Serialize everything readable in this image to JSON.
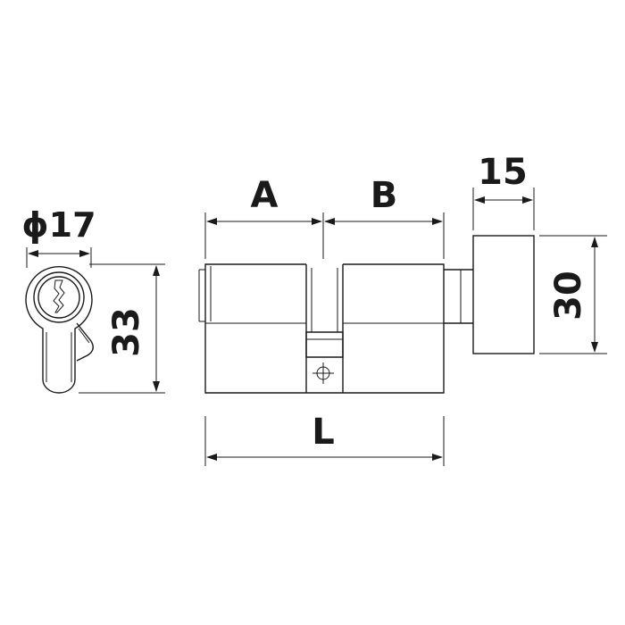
{
  "dimensions": {
    "diameter_label": "ϕ17",
    "height_label": "33",
    "length_a_label": "A",
    "length_b_label": "B",
    "knob_width_label": "15",
    "knob_height_label": "30",
    "total_length_label": "L"
  },
  "colors": {
    "line": "#1a1a1a",
    "background": "#ffffff"
  },
  "icons": {
    "crosshair": "center-crosshair-icon",
    "keyway": "keyway-icon"
  }
}
